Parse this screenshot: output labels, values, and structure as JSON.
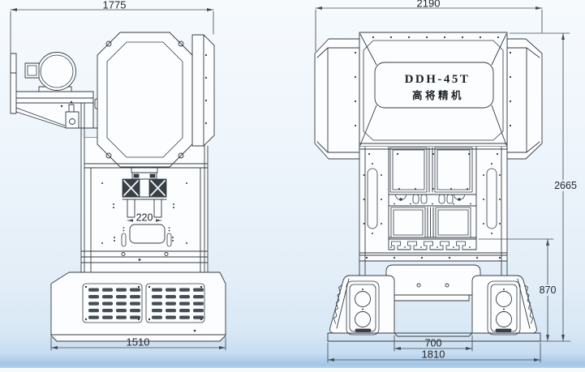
{
  "nameplate": {
    "model": "DDH-45T",
    "brand": "高将精机"
  },
  "dimensions": {
    "side_top_width": "1775",
    "side_base_width": "1510",
    "slide_width": "220",
    "front_top_width": "2190",
    "overall_height": "2665",
    "table_height": "870",
    "leg_gap_width": "700",
    "front_base_width": "1810"
  },
  "colors": {
    "line": "#343a41",
    "background_top": "#f6fafd",
    "background_bottom": "#a2c6e6",
    "panel_fill": "#fbfdfe"
  }
}
